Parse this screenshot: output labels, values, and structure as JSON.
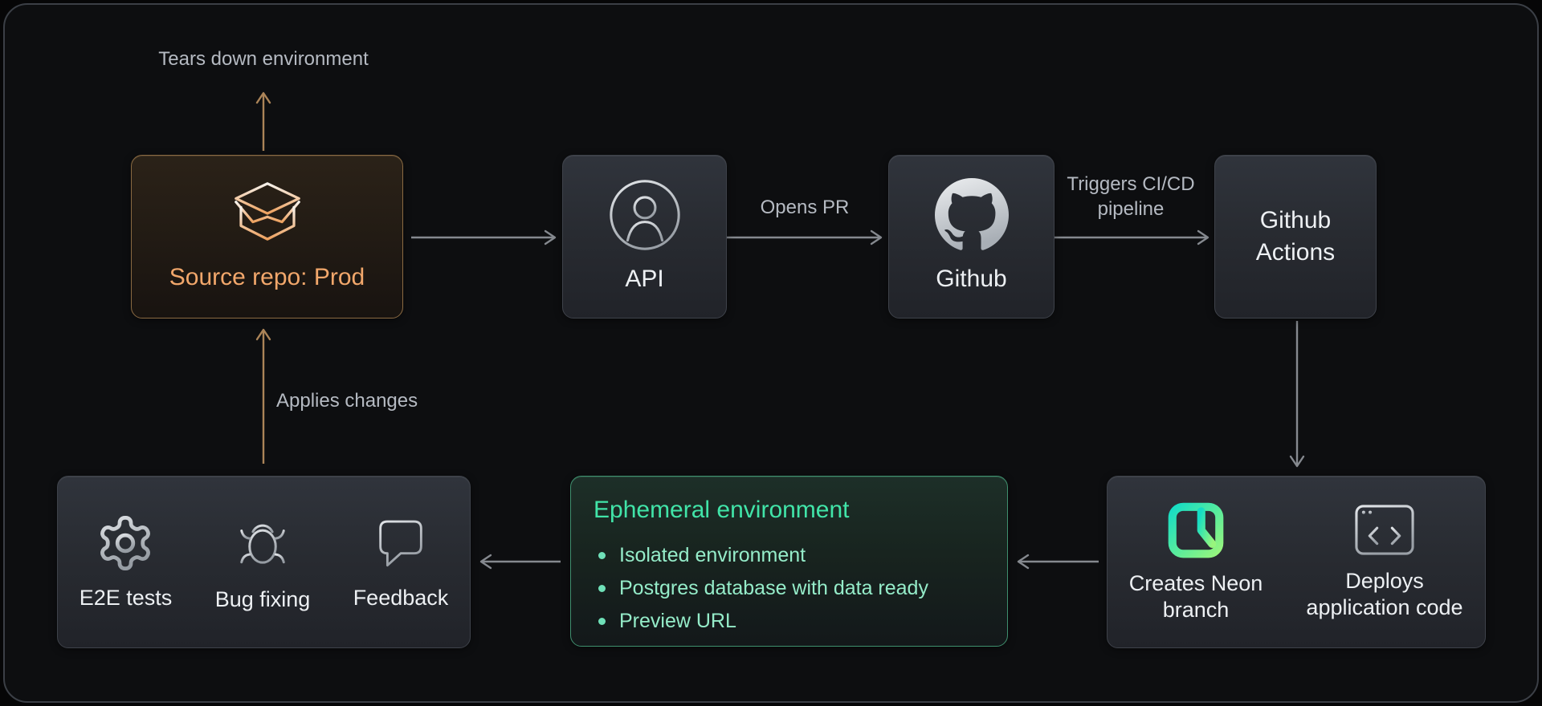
{
  "colors": {
    "background": "#0d0e10",
    "frame_border": "#3b3f46",
    "node_border": "#3e424a",
    "node_fill_top": "#30343c",
    "node_fill_bottom": "#212329",
    "text_primary": "#edf0f3",
    "edge_label_gray": "#b5bac2",
    "arrow_gray": "#85898f",
    "accent_orange_text": "#f2a76b",
    "accent_orange_border": "#8a6a42",
    "arrow_orange": "#ab8458",
    "accent_green_title": "#41e4a8",
    "accent_green_border": "#3f8f6e",
    "green_bullet_text": "#95ecc9",
    "neon_cyan": "#15dcc5",
    "neon_green": "#98f57d",
    "icon_silver": "#d6dade"
  },
  "nodes": {
    "source_repo": {
      "label": "Source repo: Prod",
      "icon": "package-open-icon"
    },
    "api": {
      "label": "API",
      "icon": "user-icon"
    },
    "github": {
      "label": "Github",
      "icon": "github-icon"
    },
    "github_actions": {
      "label": "Github Actions"
    },
    "deploy": {
      "items": [
        {
          "label": "Creates Neon branch",
          "icon": "neon-icon"
        },
        {
          "label": "Deploys application code",
          "icon": "browser-code-icon"
        }
      ]
    },
    "ephemeral": {
      "title": "Ephemeral environment",
      "bullets": [
        "Isolated environment",
        "Postgres database with data ready",
        "Preview URL"
      ]
    },
    "validation": {
      "items": [
        {
          "label": "E2E tests",
          "icon": "gear-icon"
        },
        {
          "label": "Bug fixing",
          "icon": "bug-icon"
        },
        {
          "label": "Feedback",
          "icon": "speech-bubble-icon"
        }
      ]
    }
  },
  "edges": {
    "tears_down_label": "Tears down environment",
    "opens_pr_label": "Opens PR",
    "triggers_label": "Triggers CI/CD pipeline",
    "applies_changes_label": "Applies changes"
  }
}
